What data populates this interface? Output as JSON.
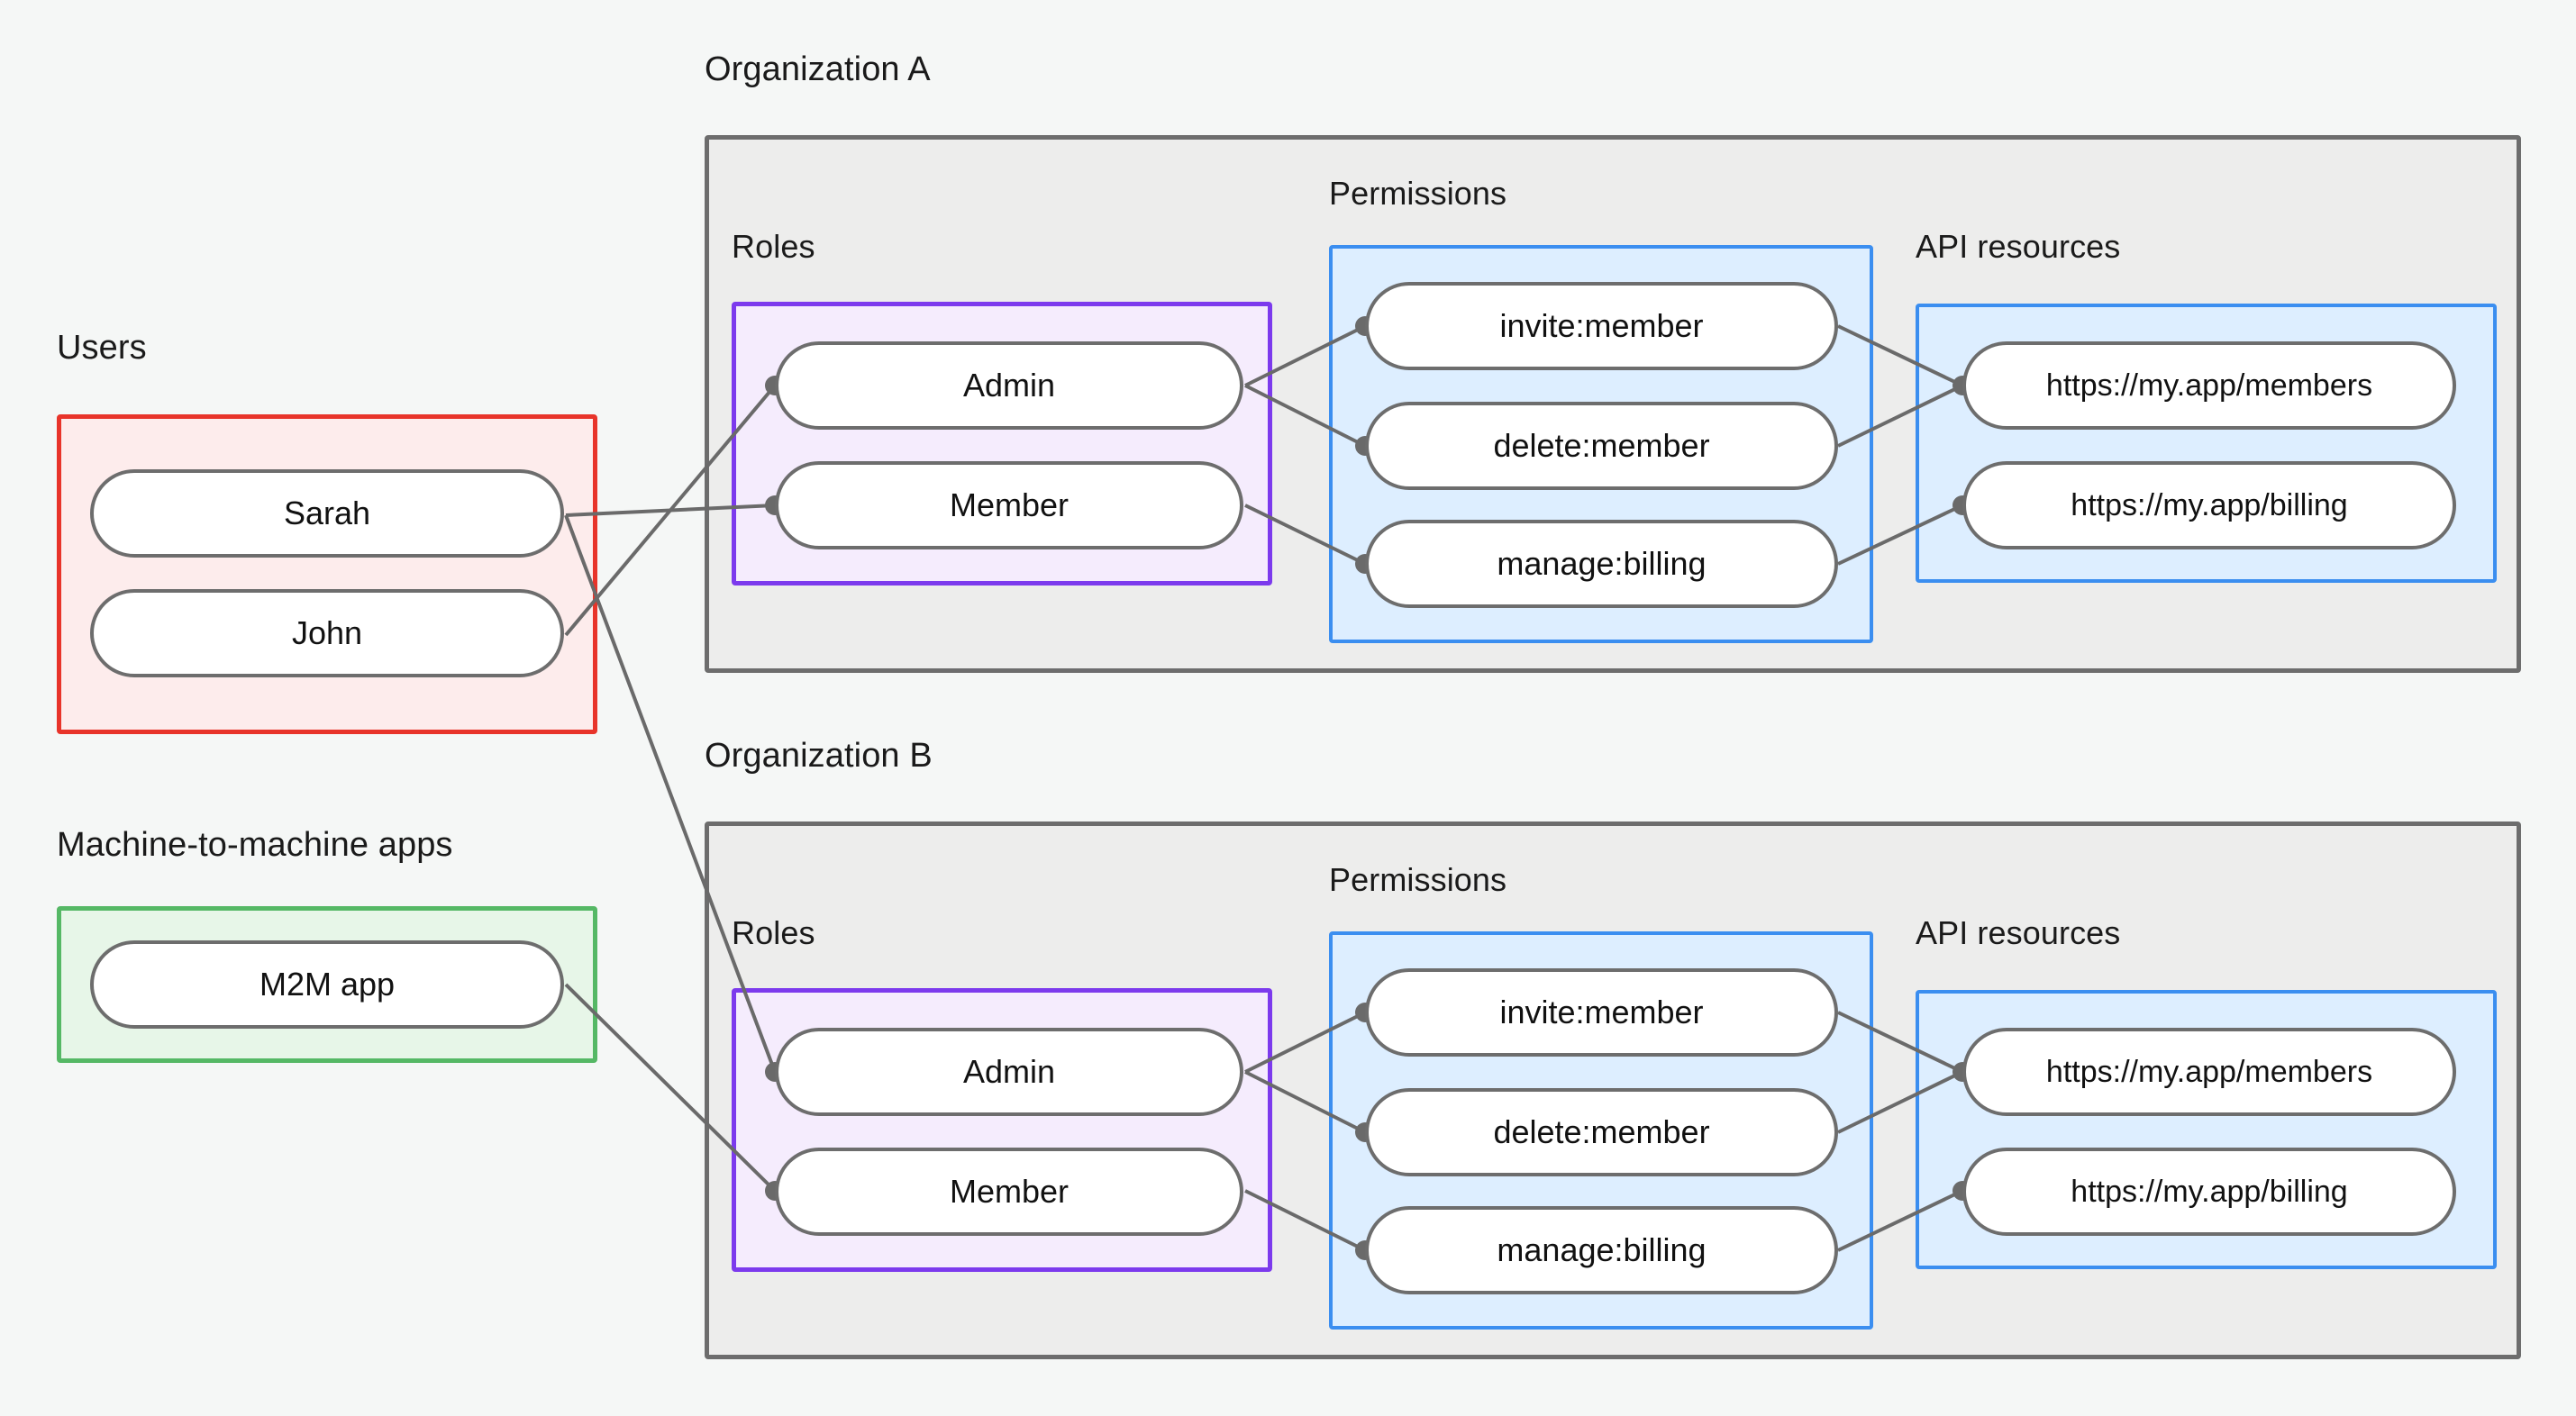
{
  "diagram": {
    "title_note": "RBAC organization diagram",
    "background_color": "#f5f7f6",
    "colors": {
      "users_border": "#e8342a",
      "users_fill": "#fdecec",
      "m2m_border": "#55b865",
      "m2m_fill": "#e7f6e8",
      "org_border": "#6d6d6d",
      "org_fill": "#ededec",
      "roles_border": "#7c3aed",
      "roles_fill": "#f5ecfd",
      "perm_border": "#3b8ef0",
      "perm_fill": "#ddeeff",
      "pill_border": "#6d6d6d",
      "pill_fill": "#ffffff",
      "edge": "#6a6a6a"
    }
  },
  "labels": {
    "users": "Users",
    "m2m_apps": "Machine-to-machine apps",
    "org_a": "Organization A",
    "org_b": "Organization B",
    "roles": "Roles",
    "permissions": "Permissions",
    "api_resources": "API resources"
  },
  "users": {
    "label": "Users",
    "items": [
      {
        "id": "sarah",
        "label": "Sarah"
      },
      {
        "id": "john",
        "label": "John"
      }
    ]
  },
  "m2m": {
    "label": "Machine-to-machine apps",
    "items": [
      {
        "id": "m2m-app",
        "label": "M2M app"
      }
    ]
  },
  "organizations": [
    {
      "id": "org-a",
      "label": "Organization A",
      "roles": {
        "label": "Roles",
        "items": [
          {
            "id": "org-a-admin",
            "label": "Admin"
          },
          {
            "id": "org-a-member",
            "label": "Member"
          }
        ]
      },
      "permissions": {
        "label": "Permissions",
        "items": [
          {
            "id": "org-a-invite",
            "label": "invite:member"
          },
          {
            "id": "org-a-delete",
            "label": "delete:member"
          },
          {
            "id": "org-a-billing",
            "label": "manage:billing"
          }
        ]
      },
      "api_resources": {
        "label": "API resources",
        "items": [
          {
            "id": "org-a-res-members",
            "label": "https://my.app/members"
          },
          {
            "id": "org-a-res-billing",
            "label": "https://my.app/billing"
          }
        ]
      }
    },
    {
      "id": "org-b",
      "label": "Organization B",
      "roles": {
        "label": "Roles",
        "items": [
          {
            "id": "org-b-admin",
            "label": "Admin"
          },
          {
            "id": "org-b-member",
            "label": "Member"
          }
        ]
      },
      "permissions": {
        "label": "Permissions",
        "items": [
          {
            "id": "org-b-invite",
            "label": "invite:member"
          },
          {
            "id": "org-b-delete",
            "label": "delete:member"
          },
          {
            "id": "org-b-billing",
            "label": "manage:billing"
          }
        ]
      },
      "api_resources": {
        "label": "API resources",
        "items": [
          {
            "id": "org-b-res-members",
            "label": "https://my.app/members"
          },
          {
            "id": "org-b-res-billing",
            "label": "https://my.app/billing"
          }
        ]
      }
    }
  ],
  "connections": [
    {
      "from": "john",
      "to": "org-a-admin"
    },
    {
      "from": "sarah",
      "to": "org-a-member"
    },
    {
      "from": "sarah",
      "to": "org-b-admin"
    },
    {
      "from": "m2m-app",
      "to": "org-b-member"
    },
    {
      "from": "org-a-admin",
      "to": "org-a-invite"
    },
    {
      "from": "org-a-admin",
      "to": "org-a-delete"
    },
    {
      "from": "org-a-member",
      "to": "org-a-billing"
    },
    {
      "from": "org-a-invite",
      "to": "org-a-res-members"
    },
    {
      "from": "org-a-delete",
      "to": "org-a-res-members"
    },
    {
      "from": "org-a-billing",
      "to": "org-a-res-billing"
    },
    {
      "from": "org-b-admin",
      "to": "org-b-invite"
    },
    {
      "from": "org-b-admin",
      "to": "org-b-delete"
    },
    {
      "from": "org-b-member",
      "to": "org-b-billing"
    },
    {
      "from": "org-b-invite",
      "to": "org-b-res-members"
    },
    {
      "from": "org-b-delete",
      "to": "org-b-res-members"
    },
    {
      "from": "org-b-billing",
      "to": "org-b-res-billing"
    }
  ]
}
